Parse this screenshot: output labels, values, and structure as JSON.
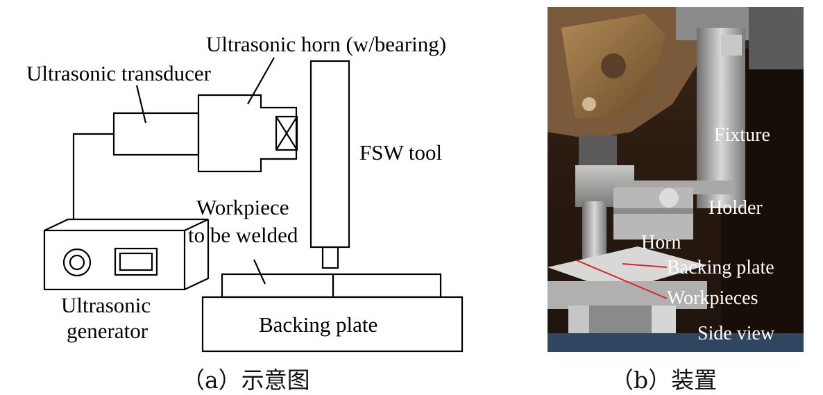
{
  "schematic": {
    "labels": {
      "horn": "Ultrasonic horn (w/bearing)",
      "transducer": "Ultrasonic transducer",
      "fsw_tool": "FSW tool",
      "workpiece_line1": "Workpiece",
      "workpiece_line2": "to be welded",
      "generator_line1": "Ultrasonic",
      "generator_line2": "generator",
      "backing_plate": "Backing plate"
    },
    "caption": "（a）示意图"
  },
  "photo": {
    "labels": {
      "fixture": "Fixture",
      "holder": "Holder",
      "horn": "Horn",
      "backing_plate": "Backing plate",
      "workpieces": "Workpieces",
      "side_view": "Side view"
    },
    "caption": "（b）装置"
  },
  "colors": {
    "line": "#000000",
    "leader_red": "#e0202a",
    "photo_label": "#ffffff"
  }
}
